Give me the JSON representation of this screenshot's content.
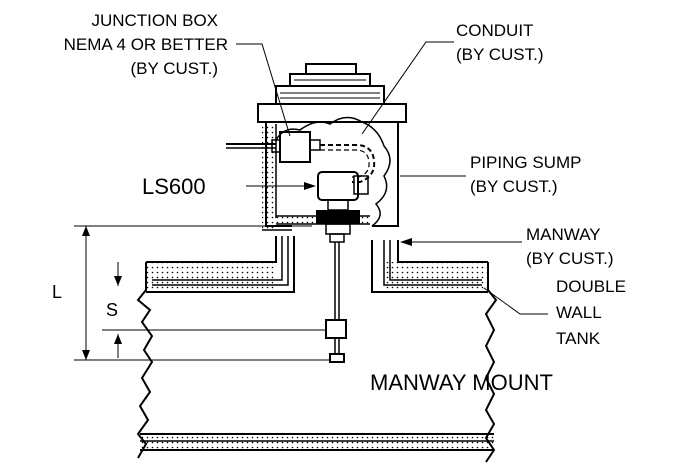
{
  "labels": {
    "junction_box": [
      "JUNCTION BOX",
      "NEMA 4 OR BETTER",
      "(BY CUST.)"
    ],
    "conduit": [
      "CONDUIT",
      "(BY CUST.)"
    ],
    "ls600": "LS600",
    "piping_sump": [
      "PIPING SUMP",
      "(BY CUST.)"
    ],
    "manway": [
      "MANWAY",
      "(BY CUST.)"
    ],
    "double_wall_tank": [
      "DOUBLE",
      "WALL",
      "TANK"
    ],
    "dim_l": "L",
    "dim_s": "S",
    "title": "MANWAY MOUNT"
  }
}
